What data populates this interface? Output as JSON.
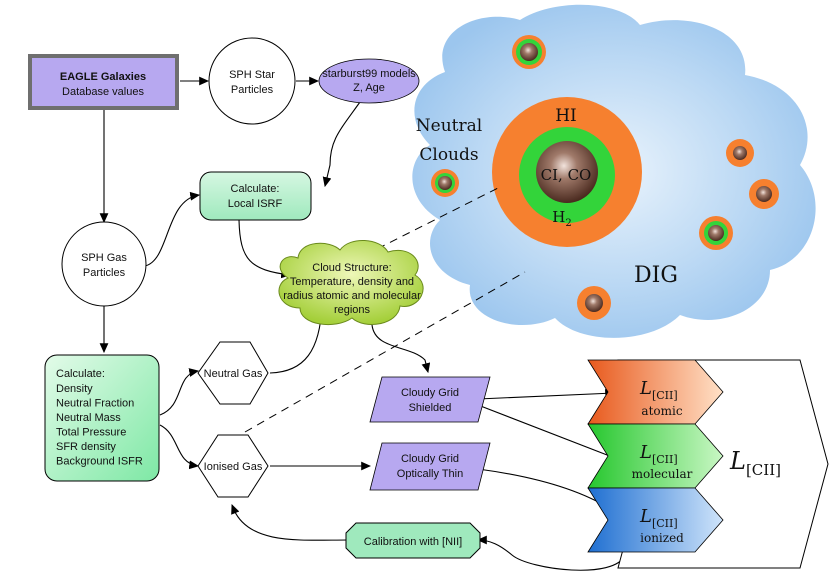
{
  "diagram": {
    "eagle_box": {
      "title": "EAGLE Galaxies",
      "subtitle": "Database values"
    },
    "sph_star": {
      "line1": "SPH Star",
      "line2": "Particles"
    },
    "starburst": {
      "line1": "starburst99 models",
      "line2": "Z, Age"
    },
    "calc_isrf": {
      "line1": "Calculate:",
      "line2": "Local ISRF"
    },
    "sph_gas": {
      "line1": "SPH Gas",
      "line2": "Particles"
    },
    "cloud_structure": {
      "line1": "Cloud Structure:",
      "line2": "Temperature, density and",
      "line3": "radius atomic and molecular",
      "line4": "regions"
    },
    "calc_list": {
      "title": "Calculate:",
      "items": [
        "Density",
        "Neutral Fraction",
        "Neutral Mass",
        "Total Pressure",
        "SFR density",
        "Background ISFR"
      ]
    },
    "neutral_gas": "Neutral Gas",
    "ionised_gas": "Ionised Gas",
    "cloudy_shielded": {
      "line1": "Cloudy Grid",
      "line2": "Shielded"
    },
    "cloudy_thin": {
      "line1": "Cloudy Grid",
      "line2": "Optically Thin"
    },
    "calibration": "Calibration with [NII]",
    "cloud_labels": {
      "neutral": "Neutral",
      "clouds": "Clouds",
      "hi": "HI",
      "ci_co": "CI, CO",
      "h2": "H",
      "h2_sub": "2",
      "dig": "DIG"
    },
    "lcii": {
      "symbol": "L",
      "sub": "[CII]",
      "atomic": "atomic",
      "molecular": "molecular",
      "ionized": "ionized"
    }
  },
  "colors": {
    "purple": "#b7a8f0",
    "green_box": "#bdf2d2",
    "lime": "#b3d84b",
    "orange": "#f6802f",
    "bright_green": "#33d43a",
    "blue": "#3d8fe0",
    "cloud_blue": "#a7cdf1"
  }
}
